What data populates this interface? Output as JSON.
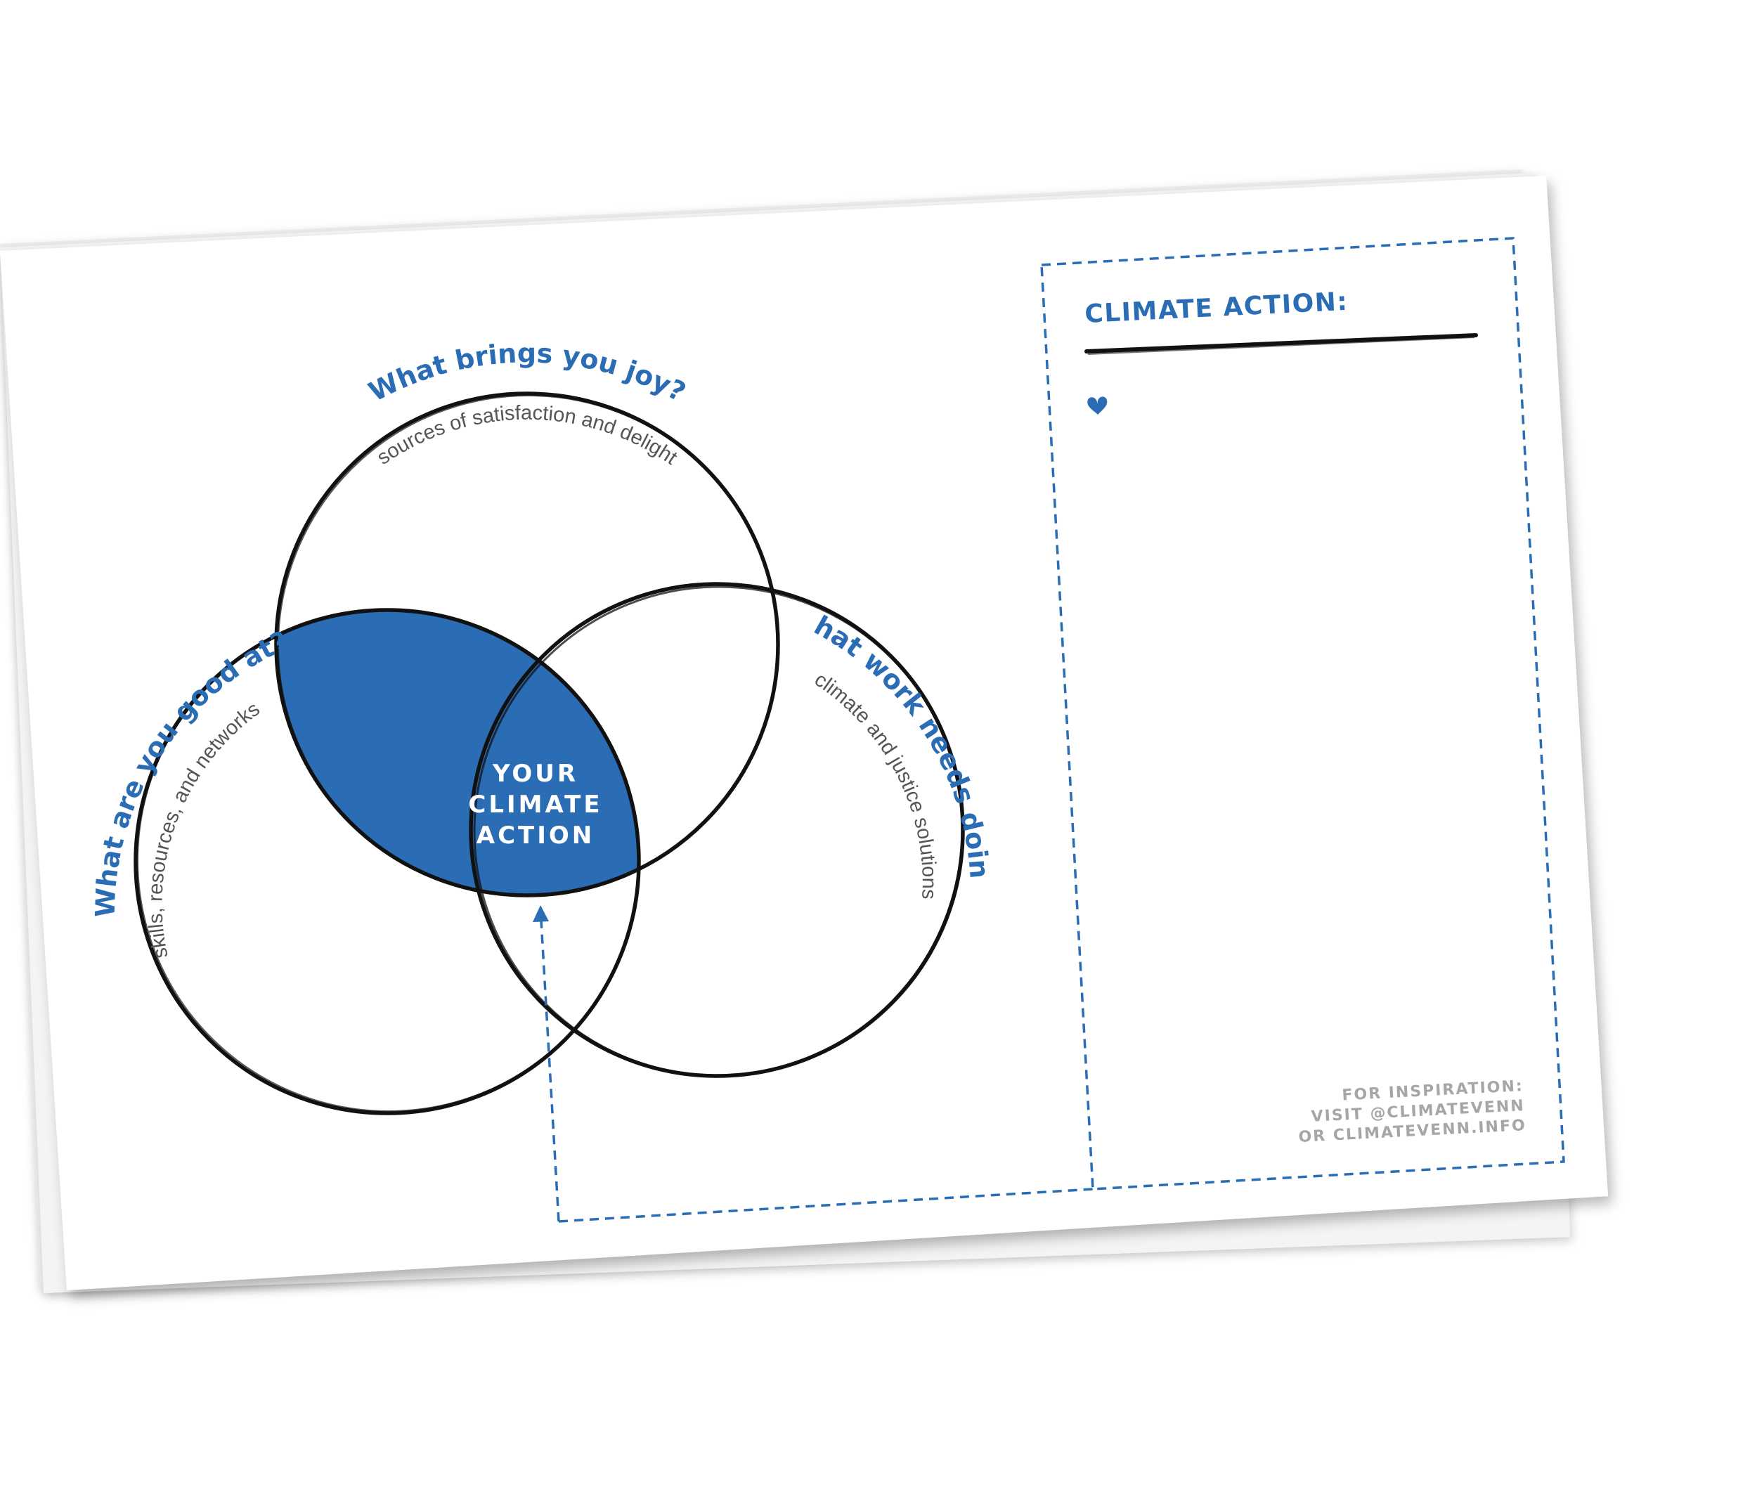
{
  "colors": {
    "accent": "#2a6db5",
    "ink": "#111111",
    "subtext": "#555555",
    "footer": "#a6a6a6",
    "paper": "#ffffff"
  },
  "venn": {
    "top": {
      "question": "What brings you joy?",
      "subtitle": "sources of satisfaction and delight"
    },
    "left": {
      "question": "What are you good at?",
      "subtitle": "skills, resources, and networks"
    },
    "right": {
      "question": "What work needs doing?",
      "subtitle": "climate and justice solutions"
    },
    "center": {
      "lines": [
        "YOUR",
        "CLIMATE",
        "ACTION"
      ]
    }
  },
  "panel": {
    "title": "CLIMATE ACTION:",
    "bullet_icon": "heart-icon",
    "footer_lines": [
      "FOR INSPIRATION:",
      "VISIT @CLIMATEVENN",
      "OR CLIMATEVENN.INFO"
    ]
  }
}
